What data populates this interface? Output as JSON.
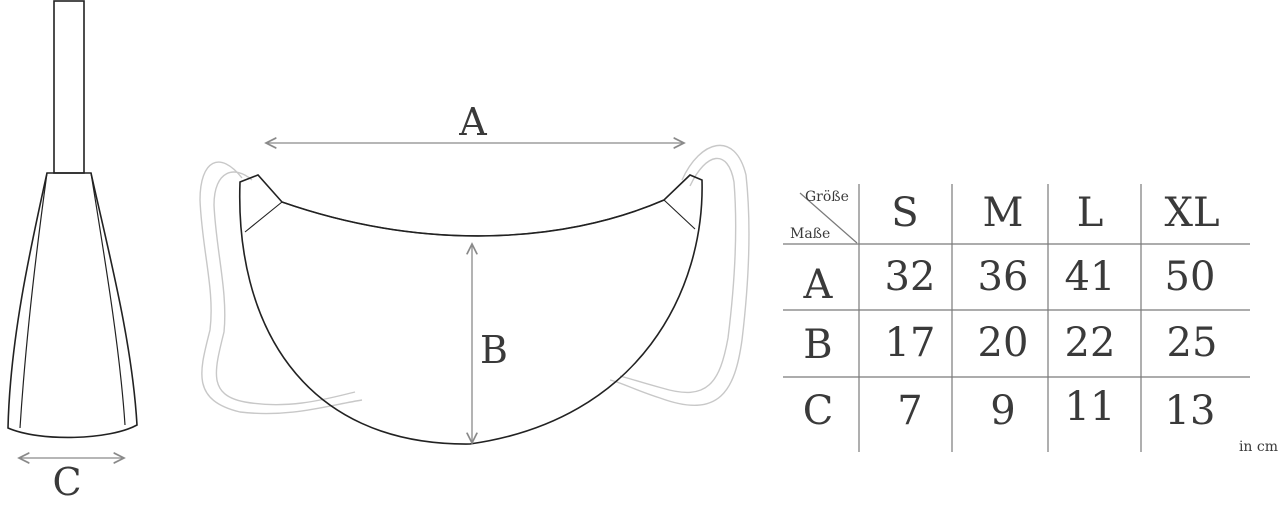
{
  "diagram": {
    "label_c": "C",
    "label_a": "A",
    "label_b": "B"
  },
  "table": {
    "corner_top": "Größe",
    "corner_bottom": "Maße",
    "sizes": [
      "S",
      "M",
      "L",
      "XL"
    ],
    "rows": [
      {
        "label": "A",
        "values": [
          "32",
          "36",
          "41",
          "50"
        ]
      },
      {
        "label": "B",
        "values": [
          "17",
          "20",
          "22",
          "25"
        ]
      },
      {
        "label": "C",
        "values": [
          "7",
          "9",
          "11",
          "13"
        ]
      }
    ],
    "unit_note": "in cm"
  },
  "colors": {
    "outline": "#222222",
    "strap_outline": "#c8c8c8",
    "text": "#3a3a3a",
    "dimension_line": "#8a8a8a",
    "grid": "#7a7a7a"
  }
}
